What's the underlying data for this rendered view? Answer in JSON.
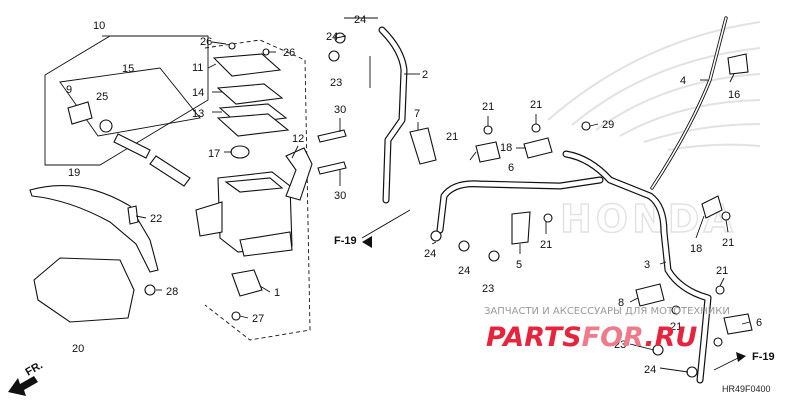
{
  "diagram": {
    "part_code": "HR49F0400",
    "front_indicator": "FR.",
    "ref_label": "F-19",
    "watermark_text": "ЗАПЧАСТИ И АКСЕССУАРЫ ДЛЯ МОТОТЕХНИКИ",
    "brand_left": "PARTS",
    "brand_mid": "FOR",
    "brand_right": ".RU",
    "background_logo": "HONDA",
    "colors": {
      "brand": "#e8233c",
      "line": "#111111",
      "logo": "#e2e2e2"
    },
    "callouts": [
      {
        "id": "c10",
        "text": "10"
      },
      {
        "id": "c26a",
        "text": "26"
      },
      {
        "id": "c26b",
        "text": "26"
      },
      {
        "id": "c15",
        "text": "15"
      },
      {
        "id": "c11",
        "text": "11"
      },
      {
        "id": "c9",
        "text": "9"
      },
      {
        "id": "c25",
        "text": "25"
      },
      {
        "id": "c14",
        "text": "14"
      },
      {
        "id": "c13",
        "text": "13"
      },
      {
        "id": "c17",
        "text": "17"
      },
      {
        "id": "c12",
        "text": "12"
      },
      {
        "id": "c19",
        "text": "19"
      },
      {
        "id": "c22",
        "text": "22"
      },
      {
        "id": "c28",
        "text": "28"
      },
      {
        "id": "c1",
        "text": "1"
      },
      {
        "id": "c27",
        "text": "27"
      },
      {
        "id": "c20",
        "text": "20"
      },
      {
        "id": "c30a",
        "text": "30"
      },
      {
        "id": "c30b",
        "text": "30"
      },
      {
        "id": "c24a",
        "text": "24"
      },
      {
        "id": "c24b",
        "text": "24"
      },
      {
        "id": "c23a",
        "text": "23"
      },
      {
        "id": "c2",
        "text": "2"
      },
      {
        "id": "c7",
        "text": "7"
      },
      {
        "id": "c21a",
        "text": "21"
      },
      {
        "id": "c21b",
        "text": "21"
      },
      {
        "id": "c21c",
        "text": "21"
      },
      {
        "id": "c18a",
        "text": "18"
      },
      {
        "id": "c6a",
        "text": "6"
      },
      {
        "id": "c29",
        "text": "29"
      },
      {
        "id": "c4",
        "text": "4"
      },
      {
        "id": "c16",
        "text": "16"
      },
      {
        "id": "c24c",
        "text": "24"
      },
      {
        "id": "c24d",
        "text": "24"
      },
      {
        "id": "c23b",
        "text": "23"
      },
      {
        "id": "c5",
        "text": "5"
      },
      {
        "id": "c21d",
        "text": "21"
      },
      {
        "id": "c3",
        "text": "3"
      },
      {
        "id": "c18b",
        "text": "18"
      },
      {
        "id": "c21e",
        "text": "21"
      },
      {
        "id": "c21f",
        "text": "21"
      },
      {
        "id": "c8",
        "text": "8"
      },
      {
        "id": "c21g",
        "text": "21"
      },
      {
        "id": "c6b",
        "text": "6"
      },
      {
        "id": "c23c",
        "text": "23"
      },
      {
        "id": "c24e",
        "text": "24"
      }
    ]
  }
}
